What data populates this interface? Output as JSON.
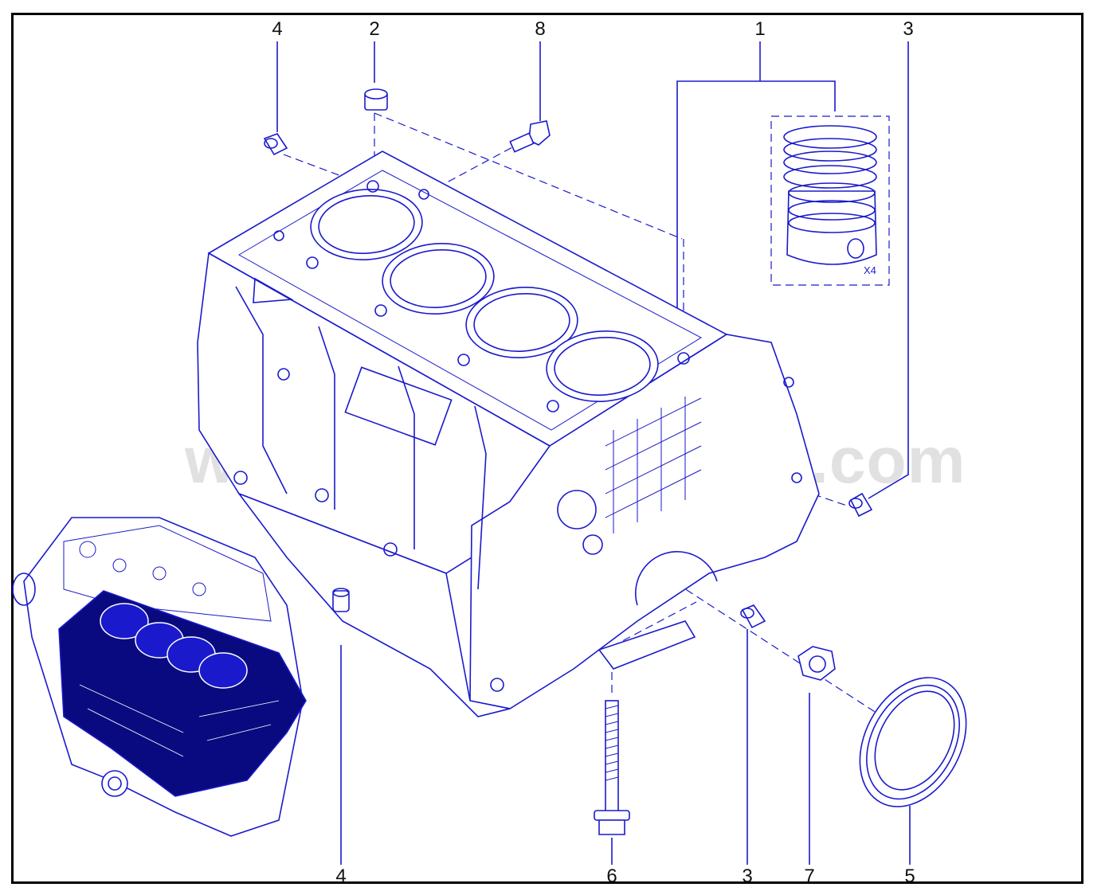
{
  "diagram": {
    "watermark": "www.partsassistant.com",
    "multiplier_label": "X4",
    "callouts": [
      {
        "id": "c4-top",
        "label": "4"
      },
      {
        "id": "c2-top",
        "label": "2"
      },
      {
        "id": "c8-top",
        "label": "8"
      },
      {
        "id": "c1-top",
        "label": "1"
      },
      {
        "id": "c3-top",
        "label": "3"
      },
      {
        "id": "c4-bottom",
        "label": "4"
      },
      {
        "id": "c6-bottom",
        "label": "6"
      },
      {
        "id": "c3-bottom",
        "label": "3"
      },
      {
        "id": "c7-bottom",
        "label": "7"
      },
      {
        "id": "c5-bottom",
        "label": "5"
      }
    ],
    "colors": {
      "line": "#1a1acc",
      "highlight": "#0a0a80",
      "frame": "#000000"
    }
  }
}
